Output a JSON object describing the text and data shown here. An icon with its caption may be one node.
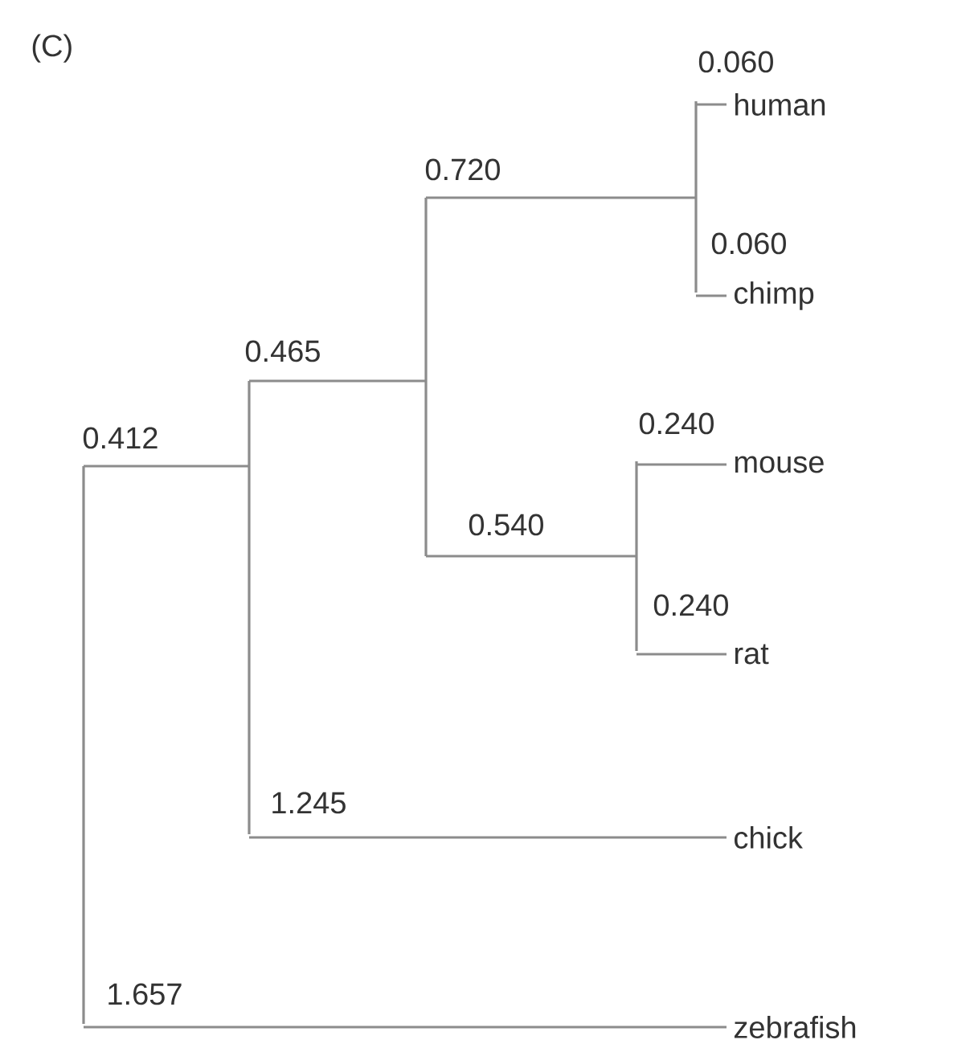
{
  "diagram": {
    "nodes": [
      {
        "text": [],
        "shape": "bar"
      },
      {
        "text": [],
        "shape": "bar"
      },
      {
        "text": [],
        "shape": "bar"
      },
      {
        "text": [],
        "shape": "bar"
      },
      {
        "text": [],
        "shape": "bar"
      },
      {
        "text": [
          "human"
        ]
      },
      {
        "text": [
          "chimp"
        ]
      },
      {
        "text": [
          "mouse"
        ]
      },
      {
        "text": [
          "rat"
        ]
      },
      {
        "text": [
          "chick"
        ]
      },
      {
        "text": [
          "zebrafish"
        ]
      }
    ],
    "edges": [
      {
        "from": 0,
        "to": 1,
        "arrow": "none",
        "label": "0.412"
      },
      {
        "from": 0,
        "to": 10,
        "arrow": "none",
        "label": "1.657"
      },
      {
        "from": 1,
        "to": 2,
        "arrow": "none",
        "label": "0.465"
      },
      {
        "from": 1,
        "to": 9,
        "arrow": "none",
        "label": "1.245"
      },
      {
        "from": 2,
        "to": 4,
        "arrow": "none",
        "label": "0.720"
      },
      {
        "from": 2,
        "to": 3,
        "arrow": "none",
        "label": "0.540"
      },
      {
        "from": 4,
        "to": 5,
        "arrow": "none",
        "label": "0.060"
      },
      {
        "from": 4,
        "to": 6,
        "arrow": "none",
        "label": "0.060"
      },
      {
        "from": 3,
        "to": 7,
        "arrow": "none",
        "label": "0.240"
      },
      {
        "from": 3,
        "to": 8,
        "arrow": "none",
        "label": "0.240"
      }
    ],
    "labels": [
      "(C)"
    ]
  }
}
